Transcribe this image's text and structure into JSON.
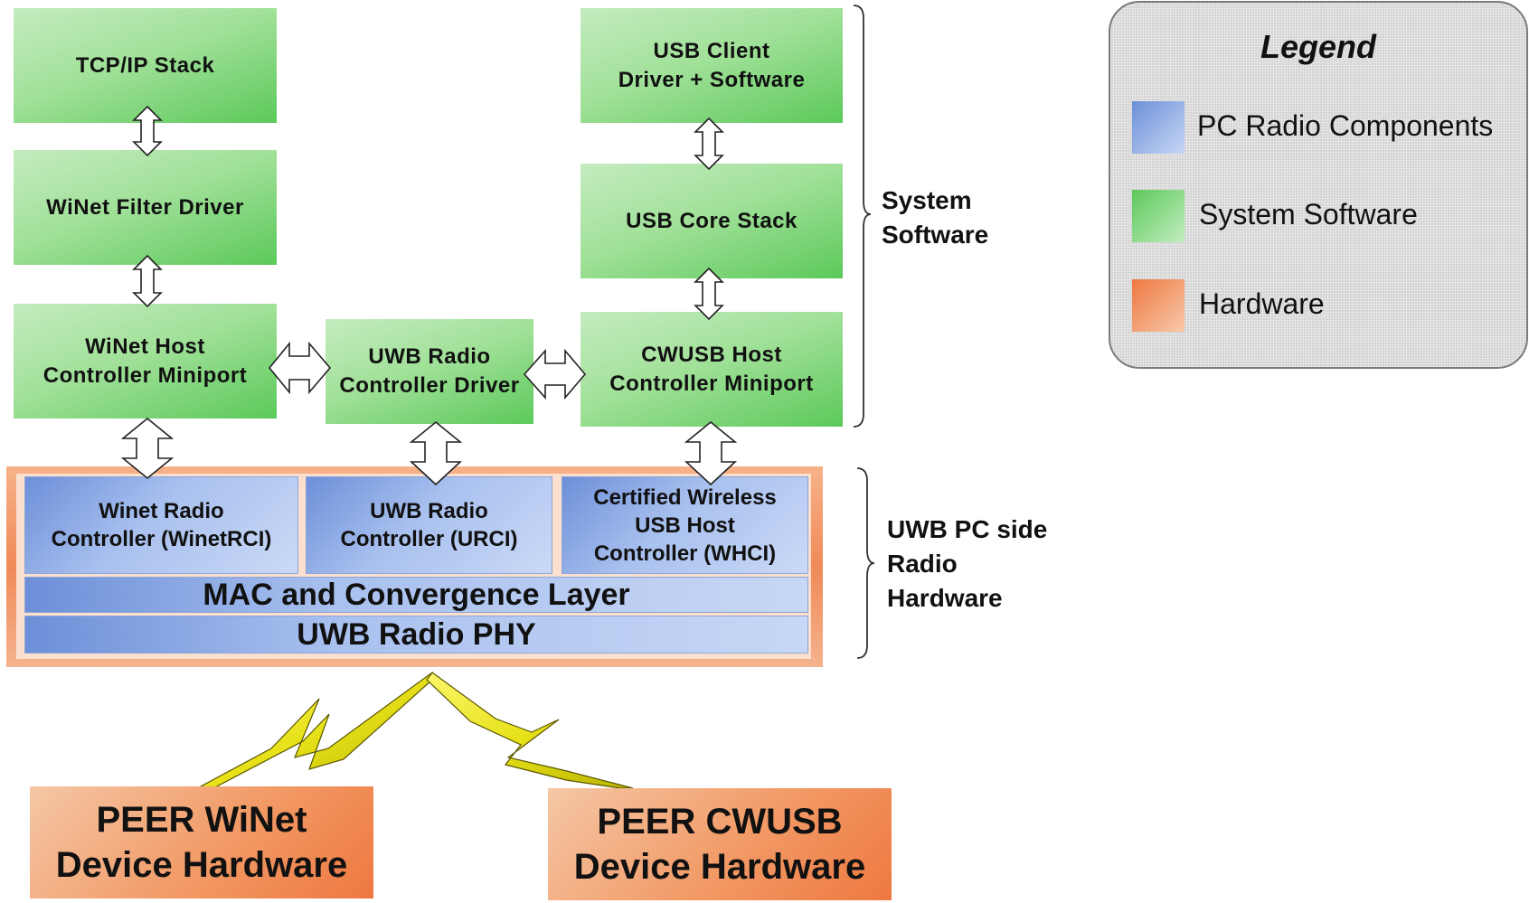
{
  "software": {
    "tcpip": "TCP/IP Stack",
    "winet_filter": "WiNet Filter Driver",
    "winet_host_1": "WiNet Host",
    "winet_host_2": "Controller Miniport",
    "uwb_driver_1": "UWB Radio",
    "uwb_driver_2": "Controller Driver",
    "usb_client_1": "USB Client",
    "usb_client_2": "Driver + Software",
    "usb_core": "USB Core Stack",
    "cwusb_host_1": "CWUSB Host",
    "cwusb_host_2": "Controller Miniport"
  },
  "hardware": {
    "winet_rci_1": "Winet Radio",
    "winet_rci_2": "Controller (WinetRCI)",
    "urci_1": "UWB Radio",
    "urci_2": "Controller (URCI)",
    "whci_1": "Certified Wireless",
    "whci_2": "USB Host",
    "whci_3": "Controller (WHCI)",
    "mac": "MAC and Convergence Layer",
    "phy": "UWB Radio PHY"
  },
  "brace_labels": {
    "system_1": "System",
    "system_2": "Software",
    "uwb_1": "UWB PC side",
    "uwb_2": "Radio",
    "uwb_3": "Hardware"
  },
  "peers": {
    "winet_1": "PEER WiNet",
    "winet_2": "Device Hardware",
    "cwusb_1": "PEER CWUSB",
    "cwusb_2": "Device Hardware"
  },
  "legend": {
    "title": "Legend",
    "items": [
      {
        "label": "PC Radio Components",
        "color": "#8fb0ea"
      },
      {
        "label": "System Software",
        "color": "#8fd888"
      },
      {
        "label": "Hardware",
        "color": "#f29a66"
      }
    ]
  }
}
